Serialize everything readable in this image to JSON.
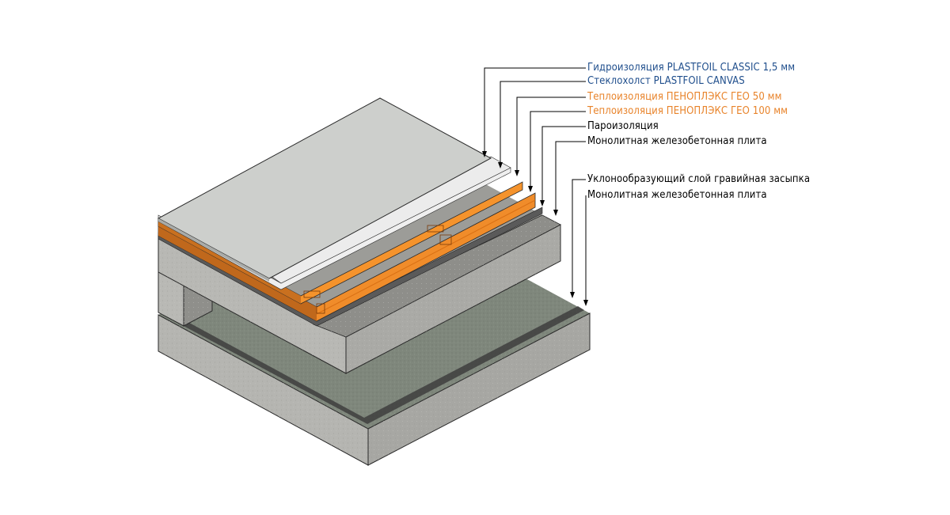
{
  "colors": {
    "blue_label": "#1f4e8c",
    "orange_label": "#e8832a",
    "black_label": "#000000",
    "membrane": "#cdcfcc",
    "canvas": "#ececec",
    "eps": "#f08c2a",
    "eps_edge": "#d86f14",
    "vapor": "#6f6f6f",
    "concrete_top": "#9a9a96",
    "concrete_side": "#b4b4b0",
    "gravel": "#7d857a",
    "outline": "#2a2a2a"
  },
  "labels": [
    {
      "id": "waterproofing",
      "text": "Гидроизоляция PLASTFOIL CLASSIC 1,5 мм",
      "color_key": "blue_label"
    },
    {
      "id": "fiberglass",
      "text": "Стеклохолст PLASTFOIL CANVAS",
      "color_key": "blue_label"
    },
    {
      "id": "insulation-50",
      "text": "Теплоизоляция ПЕНОПЛЭКС ГЕО 50 мм",
      "color_key": "orange_label"
    },
    {
      "id": "insulation-100",
      "text": "Теплоизоляция ПЕНОПЛЭКС ГЕО 100 мм",
      "color_key": "orange_label"
    },
    {
      "id": "vapor-barrier",
      "text": "Пароизоляция",
      "color_key": "black_label"
    },
    {
      "id": "slab-upper",
      "text": "Монолитная железобетонная плита",
      "color_key": "black_label"
    },
    {
      "id": "slope-layer",
      "text": "Уклонообразующий слой гравийная засыпка",
      "color_key": "black_label"
    },
    {
      "id": "slab-lower",
      "text": "Монолитная железобетонная плита",
      "color_key": "black_label"
    }
  ]
}
